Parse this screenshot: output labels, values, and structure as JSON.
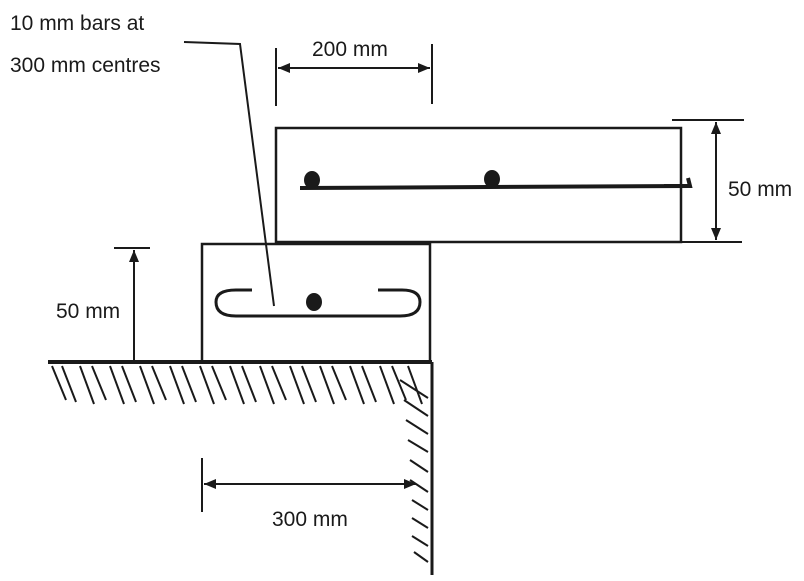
{
  "labels": {
    "bars_line1": "10 mm bars at",
    "bars_line2": "300 mm centres",
    "upper_width": "200 mm",
    "upper_depth": "50 mm",
    "lower_depth": "50 mm",
    "lower_width": "300 mm"
  },
  "colors": {
    "ink": "#1a1a1a",
    "background": "#ffffff"
  }
}
